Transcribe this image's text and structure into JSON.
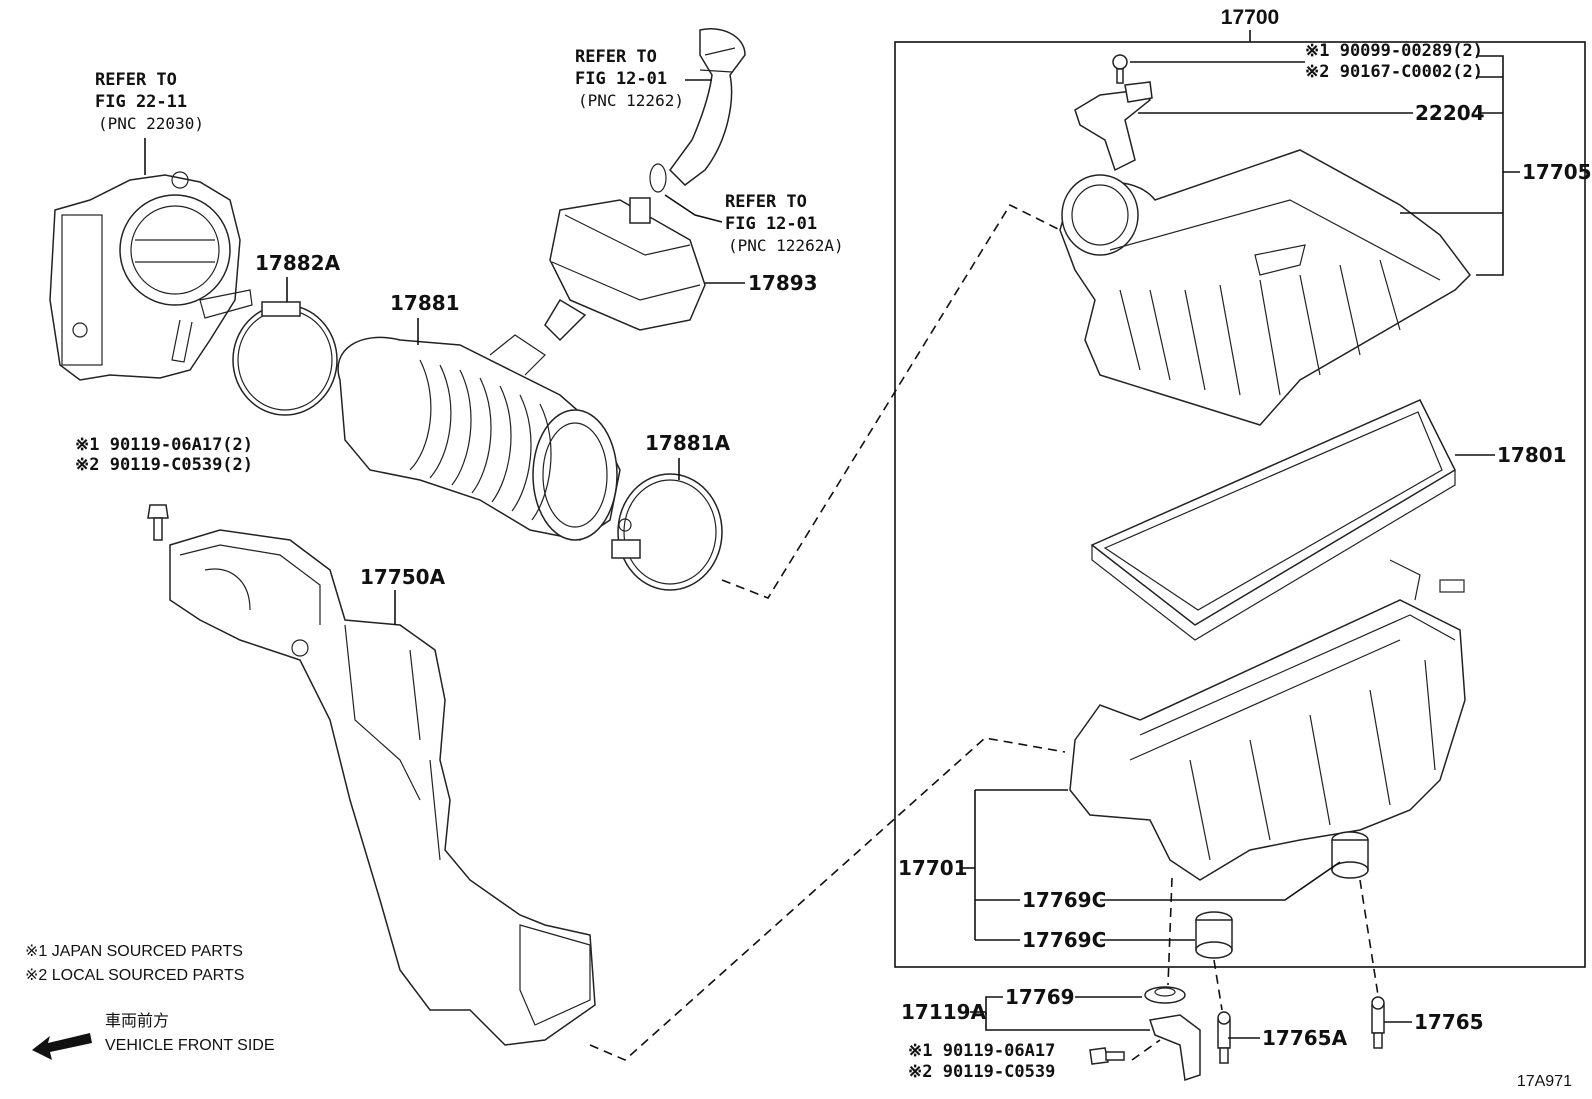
{
  "assembly_label": "17700",
  "refer_throttle": {
    "line1": "REFER TO",
    "line2": "FIG 22-11",
    "line3": "(PNC 22030)"
  },
  "refer_hose": {
    "line1": "REFER TO",
    "line2": "FIG 12-01",
    "line3": "(PNC 12262)"
  },
  "refer_hose_a": {
    "line1": "REFER TO",
    "line2": "FIG 12-01",
    "line3": "(PNC 12262A)"
  },
  "parts": {
    "p17882A": "17882A",
    "p17881": "17881",
    "p17893": "17893",
    "p17881A": "17881A",
    "p17750A": "17750A",
    "p22204": "22204",
    "p17705": "17705",
    "p17801": "17801",
    "p17701": "17701",
    "p17769C_1": "17769C",
    "p17769C_2": "17769C",
    "p17119A": "17119A",
    "p17769": "17769",
    "p17765A": "17765A",
    "p17765": "17765"
  },
  "fasteners": {
    "bolt_top_1": "※1 90099-00289(2)",
    "bolt_top_2": "※2 90167-C0002(2)",
    "bolt_left_1": "※1 90119-06A17(2)",
    "bolt_left_2": "※2 90119-C0539(2)",
    "bolt_bottom_1": "※1 90119-06A17",
    "bolt_bottom_2": "※2 90119-C0539"
  },
  "legend": {
    "note1": "※1 JAPAN SOURCED PARTS",
    "note2": "※2 LOCAL SOURCED PARTS",
    "direction_jp": "車両前方",
    "direction_en": "VEHICLE FRONT SIDE"
  },
  "figure_id": "17A971"
}
